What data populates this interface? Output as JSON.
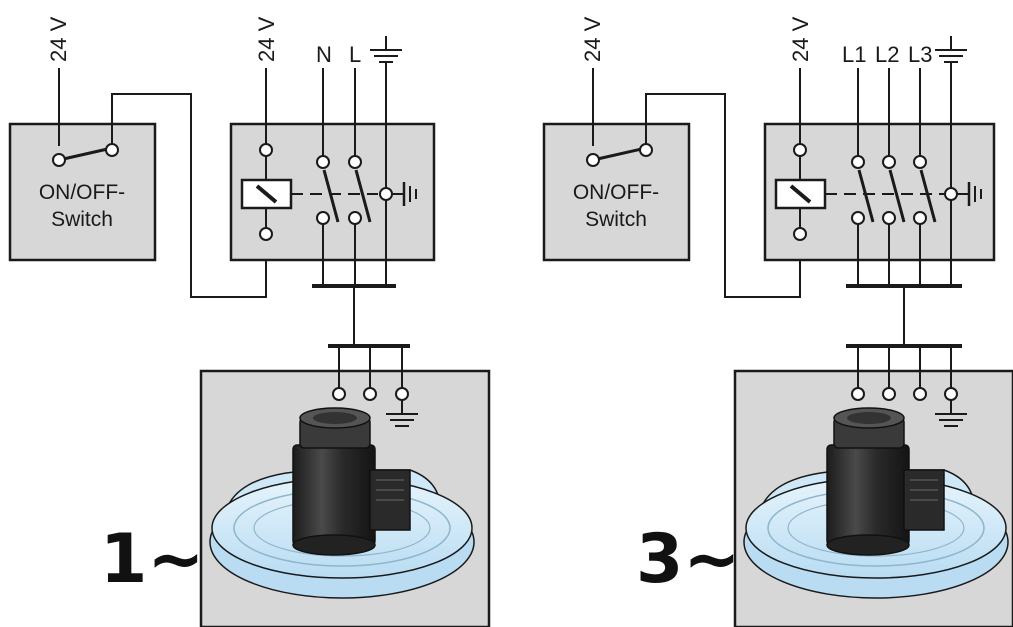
{
  "left": {
    "switch_voltage": "24 V",
    "contactor_voltage": "24 V",
    "lines": [
      "N",
      "L"
    ],
    "switch_label_1": "ON/OFF-",
    "switch_label_2": "Switch",
    "phase_label": "1~"
  },
  "right": {
    "switch_voltage": "24 V",
    "contactor_voltage": "24 V",
    "lines": [
      "L1",
      "L2",
      "L3"
    ],
    "switch_label_1": "ON/OFF-",
    "switch_label_2": "Switch",
    "phase_label": "3~"
  },
  "colors": {
    "box_fill": "#d7d7d7",
    "motor_body": "#2e2e2e",
    "fan_housing": "#cfe8f7"
  },
  "icons": [
    "ground-icon",
    "relay-coil-icon",
    "motor-icon",
    "fan-housing-icon"
  ]
}
